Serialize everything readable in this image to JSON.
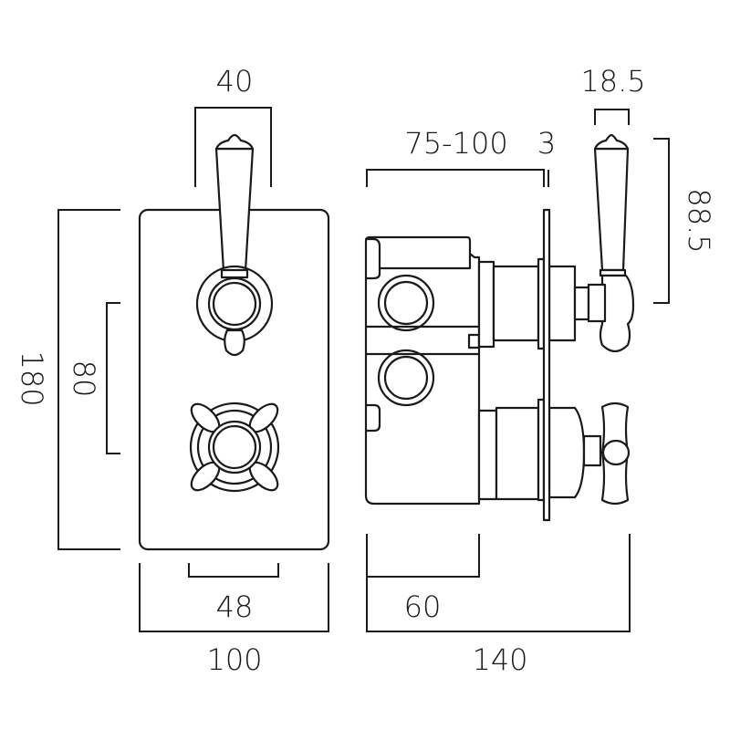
{
  "front_view": {
    "dimensions": {
      "handle_width": "40",
      "plate_height": "180",
      "handle_spacing": "80",
      "spindle_width": "48",
      "plate_width": "100"
    }
  },
  "side_view": {
    "dimensions": {
      "wall_depth": "75-100",
      "plate_thickness": "3",
      "lever_width": "18.5",
      "lever_length": "88.5",
      "body_depth": "60",
      "total_depth": "140"
    }
  },
  "colors": {
    "line": "#1a1a1a",
    "background": "#ffffff"
  }
}
